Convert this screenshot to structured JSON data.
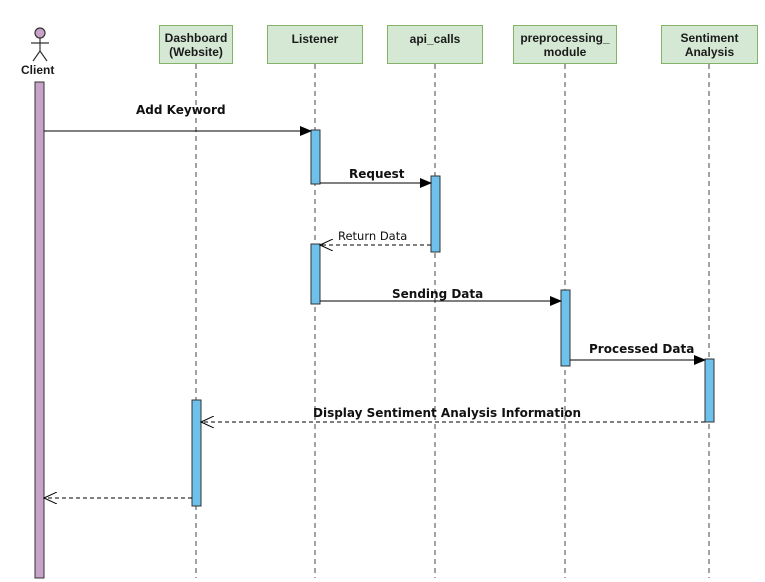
{
  "diagram": {
    "type": "sequence",
    "actor": {
      "label": "Client"
    },
    "participants": [
      {
        "id": "dashboard",
        "line1": "Dashboard",
        "line2": "(Website)"
      },
      {
        "id": "listener",
        "line1": "Listener",
        "line2": ""
      },
      {
        "id": "api_calls",
        "line1": "api_calls",
        "line2": ""
      },
      {
        "id": "preprocessing",
        "line1": "preprocessing_",
        "line2": "module"
      },
      {
        "id": "sentiment",
        "line1": "Sentiment",
        "line2": "Analysis"
      }
    ],
    "messages": [
      {
        "id": "add-keyword",
        "label": "Add Keyword",
        "from": "client",
        "to": "listener",
        "style": "solid"
      },
      {
        "id": "request",
        "label": "Request",
        "from": "listener",
        "to": "api_calls",
        "style": "solid"
      },
      {
        "id": "return-data",
        "label": "Return Data",
        "from": "api_calls",
        "to": "listener",
        "style": "dashed"
      },
      {
        "id": "sending-data",
        "label": "Sending Data",
        "from": "listener",
        "to": "preprocessing",
        "style": "solid"
      },
      {
        "id": "processed-data",
        "label": "Processed Data",
        "from": "preprocessing",
        "to": "sentiment",
        "style": "solid"
      },
      {
        "id": "display-info",
        "label": "Display Sentiment Analysis Information",
        "from": "sentiment",
        "to": "dashboard",
        "style": "dashed"
      },
      {
        "id": "return-client",
        "label": "",
        "from": "dashboard",
        "to": "client",
        "style": "dashed"
      }
    ],
    "colors": {
      "participant_fill": "#d5e8d4",
      "participant_border": "#82b366",
      "activation_fill": "#6ec1ea",
      "actor_fill": "#c8a2c8",
      "client_bar_fill": "#c8a2c8"
    }
  }
}
